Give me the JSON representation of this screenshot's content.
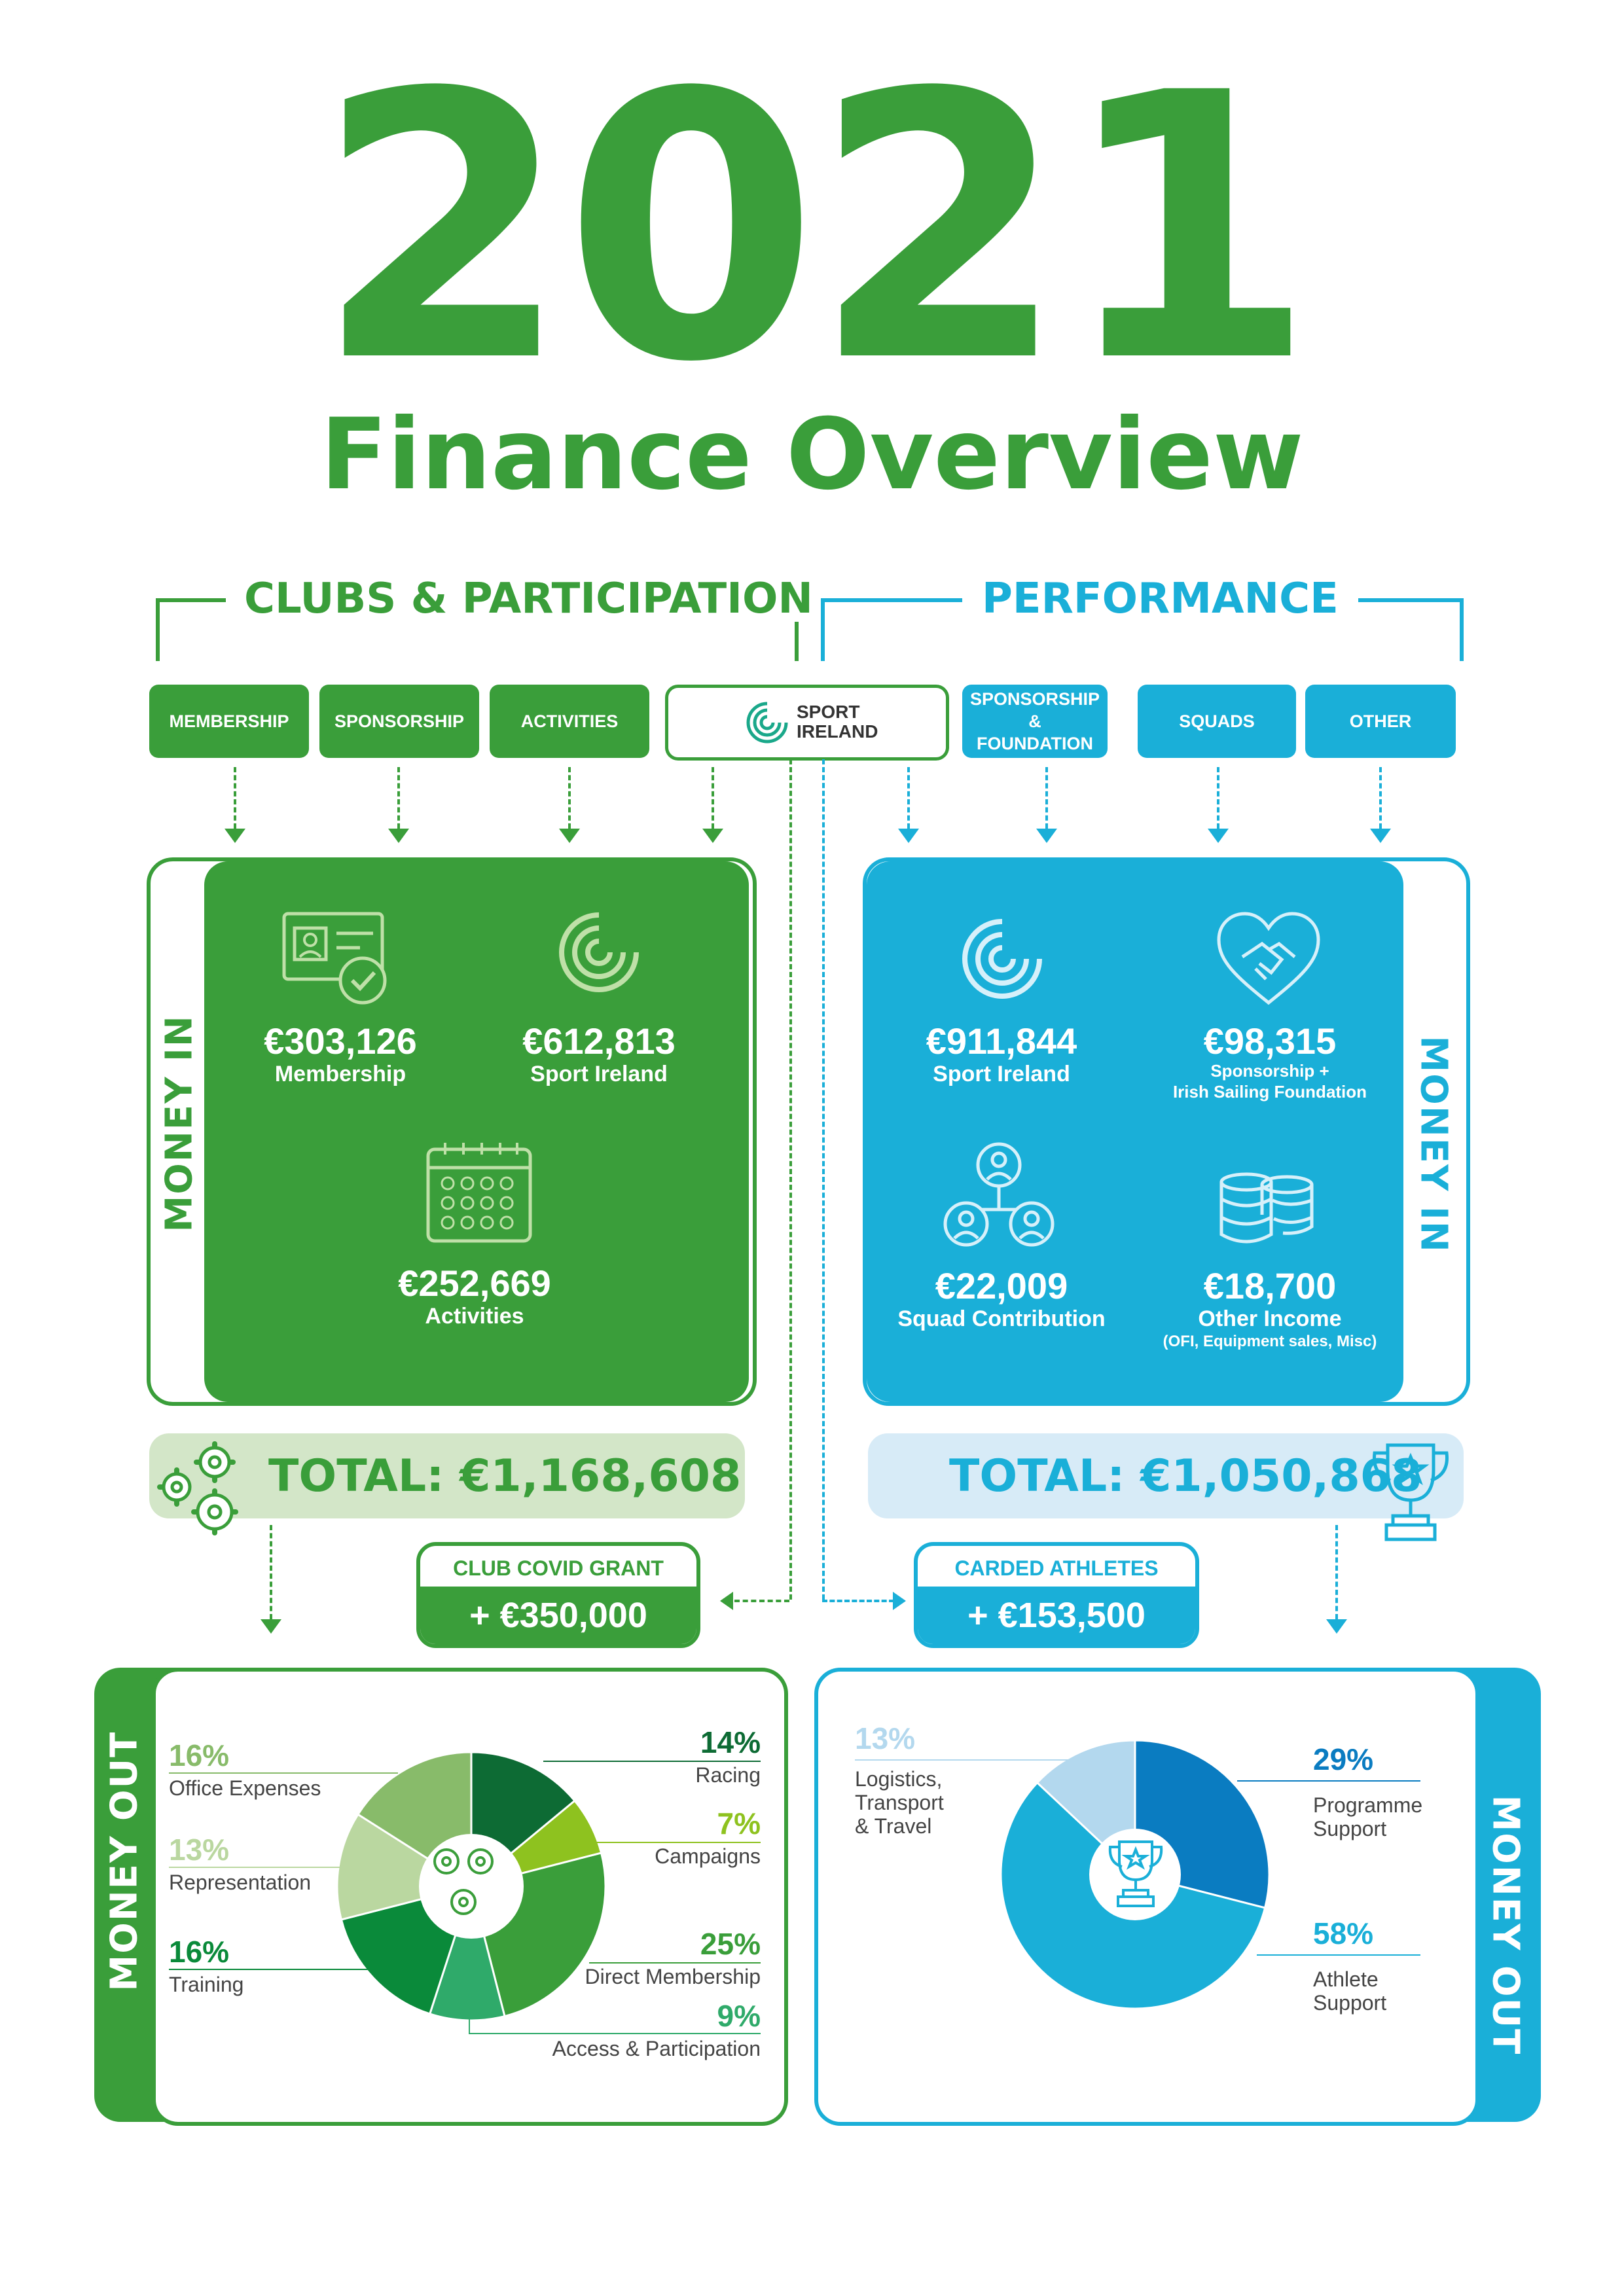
{
  "header": {
    "year": "2021",
    "subtitle": "Finance Overview"
  },
  "colors": {
    "green": "#3a9e3a",
    "blue": "#1aafd8",
    "green_light": "#d3e6c8",
    "blue_light": "#d7ebf7"
  },
  "clubs": {
    "title": "CLUBS & PARTICIPATION",
    "sources": [
      "MEMBERSHIP",
      "SPONSORSHIP",
      "ACTIVITIES"
    ],
    "money_in_label": "MONEY IN",
    "items": [
      {
        "amount": "€303,126",
        "label": "Membership",
        "icon": "id-card-check-icon"
      },
      {
        "amount": "€612,813",
        "label": "Sport Ireland",
        "icon": "sport-ireland-swirl-icon"
      },
      {
        "amount": "€252,669",
        "label": "Activities",
        "icon": "calendar-icon"
      }
    ],
    "total": "TOTAL: €1,168,608",
    "grant": {
      "title": "CLUB COVID GRANT",
      "value": "+ €350,000"
    },
    "money_out_label": "MONEY OUT",
    "breakdown": [
      {
        "pct": "16%",
        "label": "Office Expenses",
        "value": 16,
        "color": "#88bb6a"
      },
      {
        "pct": "13%",
        "label": "Representation",
        "value": 13,
        "color": "#bad7a0"
      },
      {
        "pct": "16%",
        "label": "Training",
        "value": 16,
        "color": "#0a8a3a"
      },
      {
        "pct": "14%",
        "label": "Racing",
        "value": 14,
        "color": "#0d6b34"
      },
      {
        "pct": "7%",
        "label": "Campaigns",
        "value": 7,
        "color": "#8ec21f"
      },
      {
        "pct": "25%",
        "label": "Direct Membership",
        "value": 25,
        "color": "#3a9e3a"
      },
      {
        "pct": "9%",
        "label": "Access & Participation",
        "value": 9,
        "color": "#2faa6a"
      }
    ]
  },
  "sport_ireland": {
    "logo_line1": "SPORT",
    "logo_line2": "IRELAND"
  },
  "performance": {
    "title": "PERFORMANCE",
    "sources": [
      "SPONSORSHIP & FOUNDATION",
      "SQUADS",
      "OTHER"
    ],
    "money_in_label": "MONEY IN",
    "items": [
      {
        "amount": "€911,844",
        "label": "Sport Ireland",
        "sub": "",
        "icon": "sport-ireland-swirl-icon"
      },
      {
        "amount": "€98,315",
        "label": "Sponsorship +",
        "sub": "Irish Sailing Foundation",
        "icon": "heart-handshake-icon"
      },
      {
        "amount": "€22,009",
        "label": "Squad Contribution",
        "sub": "",
        "icon": "people-network-icon"
      },
      {
        "amount": "€18,700",
        "label": "Other Income",
        "sub": "(OFI, Equipment sales, Misc)",
        "icon": "coins-stack-icon"
      }
    ],
    "total": "TOTAL: €1,050,868",
    "grant": {
      "title": "CARDED ATHLETES",
      "value": "+ €153,500"
    },
    "money_out_label": "MONEY OUT",
    "breakdown": [
      {
        "pct": "13%",
        "label_lines": [
          "Logistics,",
          "Transport",
          "& Travel"
        ],
        "value": 13,
        "color": "#b3d8ee"
      },
      {
        "pct": "29%",
        "label_lines": [
          "Programme",
          "Support"
        ],
        "value": 29,
        "color": "#0a7cc1"
      },
      {
        "pct": "58%",
        "label_lines": [
          "Athlete",
          "Support"
        ],
        "value": 58,
        "color": "#1aafd8"
      }
    ]
  }
}
